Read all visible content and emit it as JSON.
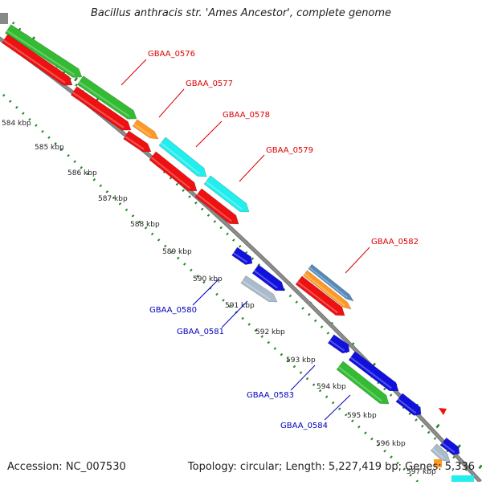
{
  "title": "Bacillus anthracis str. 'Ames Ancestor', complete genome",
  "footer": {
    "accession": "Accession: NC_007530",
    "summary": "Topology: circular; Length: 5,227,419 bp; Genes: 5,336"
  },
  "scale_ticks": [
    "584 kbp",
    "585 kbp",
    "586 kbp",
    "587 kbp",
    "588 kbp",
    "589 kbp",
    "590 kbp",
    "591 kbp",
    "592 kbp",
    "593 kbp",
    "594 kbp",
    "595 kbp",
    "596 kbp",
    "597 kbp"
  ],
  "gene_labels_forward": [
    "GBAA_0576",
    "GBAA_0577",
    "GBAA_0578",
    "GBAA_0579",
    "GBAA_0582"
  ],
  "gene_labels_reverse": [
    "GBAA_0580",
    "GBAA_0581",
    "GBAA_0583",
    "GBAA_0584"
  ],
  "colors": {
    "backbone": "#8c8c8c",
    "forward_label": "#dd0000",
    "reverse_label": "#0000bb",
    "red": "#ee1111",
    "green": "#33bb33",
    "cyan": "#22eeee",
    "blue": "#1111dd",
    "orange": "#ff9922",
    "steelblue": "#5588bb",
    "silver": "#aabbcc",
    "dot": "#228822"
  }
}
